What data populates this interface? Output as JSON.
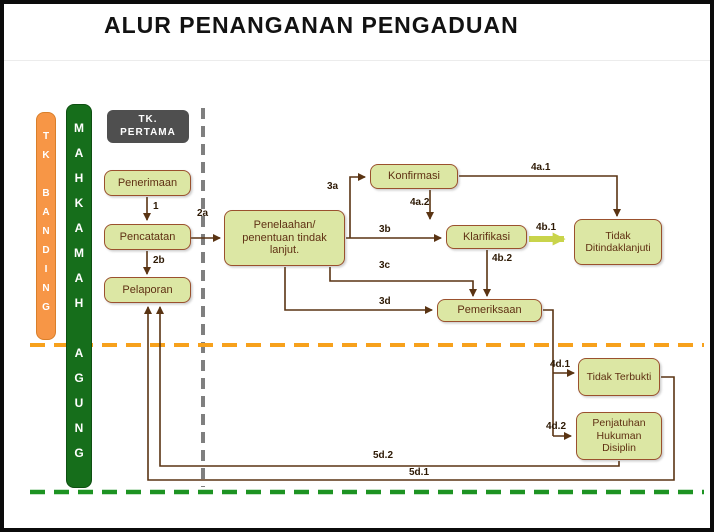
{
  "title": "ALUR PENANGANAN PENGADUAN",
  "lanes": {
    "tk_banding": "TK BANDING",
    "mahkamah_agung": "MAHKAMAH AGUNG",
    "tk_pertama_line1": "TK.",
    "tk_pertama_line2": "PERTAMA"
  },
  "nodes": {
    "penerimaan": "Penerimaan",
    "pencatatan": "Pencatatan",
    "pelaporan": "Pelaporan",
    "penelaahan": "Penelaahan/ penentuan tindak lanjut.",
    "konfirmasi": "Konfirmasi",
    "klarifikasi": "Klarifikasi",
    "pemeriksaan": "Pemeriksaan",
    "tidak_ditindaklanjuti": "Tidak Ditindaklanjuti",
    "tidak_terbukti": "Tidak Terbukti",
    "penjatuhan_hukuman": "Penjatuhan Hukuman Disiplin"
  },
  "edges": [
    {
      "label": "1",
      "from": "penerimaan",
      "to": "pencatatan"
    },
    {
      "label": "2a",
      "from": "pencatatan",
      "to": "penelaahan"
    },
    {
      "label": "2b",
      "from": "pencatatan",
      "to": "pelaporan"
    },
    {
      "label": "3a",
      "from": "penelaahan",
      "to": "konfirmasi"
    },
    {
      "label": "3b",
      "from": "penelaahan",
      "to": "klarifikasi"
    },
    {
      "label": "3c",
      "from": "penelaahan",
      "to": "pemeriksaan"
    },
    {
      "label": "3d",
      "from": "penelaahan",
      "to": "pemeriksaan"
    },
    {
      "label": "4a.1",
      "from": "konfirmasi",
      "to": "tidak_ditindaklanjuti"
    },
    {
      "label": "4a.2",
      "from": "konfirmasi",
      "to": "klarifikasi"
    },
    {
      "label": "4b.1",
      "from": "klarifikasi",
      "to": "tidak_ditindaklanjuti"
    },
    {
      "label": "4b.2",
      "from": "klarifikasi",
      "to": "pemeriksaan"
    },
    {
      "label": "4d.1",
      "from": "pemeriksaan",
      "to": "tidak_terbukti"
    },
    {
      "label": "4d.2",
      "from": "pemeriksaan",
      "to": "penjatuhan_hukuman"
    },
    {
      "label": "5d.1",
      "from": "tidak_terbukti",
      "to": "pelaporan"
    },
    {
      "label": "5d.2",
      "from": "penjatuhan_hukuman",
      "to": "pelaporan"
    }
  ],
  "colors": {
    "node_fill": "#dce7a4",
    "node_border": "#9a512e",
    "node_text": "#5f3013",
    "arrow": "#5a3413",
    "accent_arrow": "#c9d44b",
    "orange_bar": "#f79646",
    "green_bar": "#166e1b",
    "gray_box": "#4f4f4f",
    "dashed_gray": "#7f7f7f",
    "dashed_orange": "#f7a11c",
    "dashed_green": "#1d9322",
    "frame_border": "#0b0b0b"
  }
}
